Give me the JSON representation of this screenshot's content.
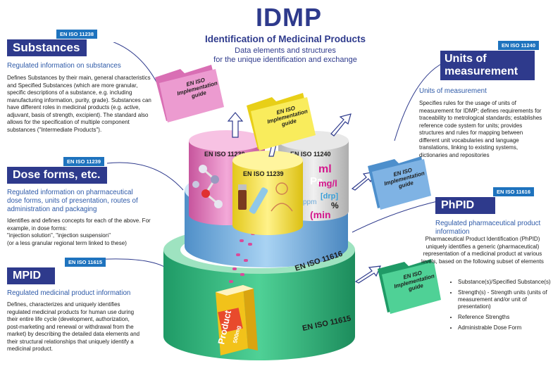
{
  "header": {
    "title": "IDMP",
    "subtitle": "Identification of Medicinal Products",
    "tagline_line1": "Data elements and structures",
    "tagline_line2": "for the unique identification and exchange"
  },
  "sections": {
    "substances": {
      "tag": "EN ISO 11238",
      "label": "Substances",
      "heading": "Regulated information on substances",
      "body": "Defines Substances by their main, general characteristics and Specified Substances (which are more granular, specific descriptions of a substance, e.g. including manufacturing information, purity, grade). Substances can have different roles in medicinal products (e.g. active, adjuvant, basis of strength, excipient). The standard also allows for the specification of multiple component substances (\"Intermediate Products\")."
    },
    "dose_forms": {
      "tag": "EN ISO 11239",
      "label": "Dose forms, etc.",
      "heading": "Regulated information on pharmaceutical dose forms, units of presentation, routes of administration and packaging",
      "body_line1": "Identifies and defines concepts for each of the above. For example, in dose forms:",
      "body_line2": "\"injection solution\", \"injection suspension\"",
      "body_line3": "(or a less granular regional term linked to these)"
    },
    "mpid": {
      "tag": "EN ISO 11615",
      "label": "MPID",
      "heading": "Regulated medicinal product information",
      "body": "Defines, characterizes and uniquely identifies regulated medicinal products for human use during their entire life cycle (development, authorization, post-marketing and renewal or withdrawal from the market) by describing the detailed data elements and their structural relationships that uniquely identify a medicinal product."
    },
    "units": {
      "tag": "EN ISO 11240",
      "label_line1": "Units of",
      "label_line2": "measurement",
      "heading": "Units of measurement",
      "body": "Specifies rules for the usage of units of measurement for IDMP; defines requirements for traceability to metrological standards; establishes reference code system for units; provides structures and rules for mapping between different unit vocabularies and language translations, linking to existing systems, dictionaries and repositories"
    },
    "phpid": {
      "tag": "EN ISO 11616",
      "label": "PhPID",
      "heading": "Regulated pharmaceutical product information",
      "body": "Pharmaceutical Product Identification (PhPID) uniquely identifies a generic (pharmaceutical) representation of a medicinal product at various levels, based on the following subset of elements",
      "bullets": [
        "Substance(s)/Specified Substance(s)",
        "Strength(s) - Strength units (units of measurement and/or unit of presentation)",
        "Reference Strengths",
        "Administrable Dose Form"
      ]
    }
  },
  "folders": {
    "line1": "EN ISO",
    "line2": "Implementation",
    "line3": "guide"
  },
  "cylinders": {
    "c11238": "EN ISO 11238",
    "c11239": "EN ISO 11239",
    "c11240": "EN ISO 11240",
    "c11616": "EN ISO 11616",
    "c11615": "EN ISO 11615"
  },
  "units_symbols": {
    "ml": "ml",
    "pa": "Pa",
    "mgl": "mg/l",
    "drp": "[drp]",
    "ppm": "ppm",
    "pct": "%",
    "min": "(min"
  },
  "product_box": {
    "line1": "Product",
    "line2": "500mg"
  },
  "colors": {
    "brand_blue": "#2e3a8c",
    "tag_blue": "#1e73be",
    "pink": "#d96fb4",
    "yellow": "#f5e23a",
    "grey": "#cfcfcf",
    "blue_ring": "#6aa8d8",
    "green_ring": "#2fb07a"
  }
}
